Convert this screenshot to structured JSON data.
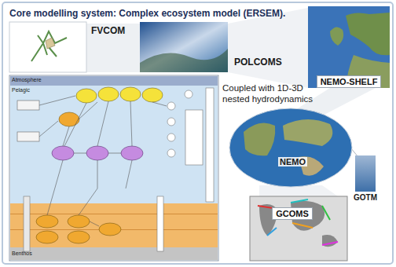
{
  "diagram": {
    "title": "Core modelling system: Complex ecosystem model (ERSEM).",
    "nodes": [
      {
        "text": [
          "NEMO-SHELF"
        ]
      },
      {
        "text": [
          "GCOMS"
        ]
      }
    ],
    "labels": [
      "FVCOM",
      "POLCOMS",
      "Coupled with 1D-3D nested hydrodynamics",
      "NEMO",
      "GOTM",
      "Atmosphere",
      "Pelagic",
      "Benthos"
    ]
  }
}
